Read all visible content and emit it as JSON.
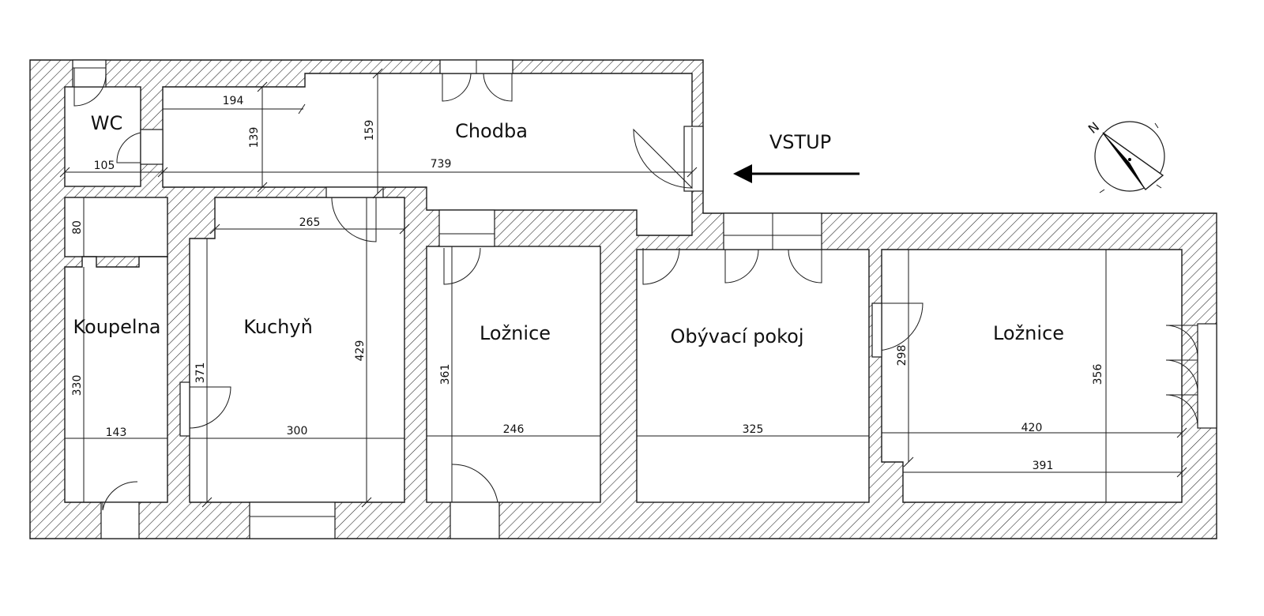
{
  "rooms": {
    "wc": "WC",
    "chodba": "Chodba",
    "koupelna": "Koupelna",
    "kuchyn": "Kuchyň",
    "loznice1": "Ložnice",
    "obyvaci": "Obývací pokoj",
    "loznice2": "Ložnice"
  },
  "entry": {
    "label": "VSTUP"
  },
  "dimensions": {
    "chodba_w1": "194",
    "chodba_h1": "139",
    "chodba_h2": "159",
    "chodba_len": "739",
    "wc_w": "105",
    "kuchyn_w1": "265",
    "koupelna_h1": "80",
    "koupelna_h2": "330",
    "kuchyn_h1": "371",
    "kuchyn_h2": "429",
    "koupelna_w": "143",
    "kuchyn_w2": "300",
    "loznice1_h": "361",
    "loznice1_w": "246",
    "obyvaci_w": "325",
    "loznice2_h1": "298",
    "loznice2_h2": "356",
    "loznice2_w1": "420",
    "loznice2_w2": "391"
  },
  "compass": {
    "north_letter": "N"
  },
  "colors": {
    "line": "#1a1a1a",
    "background": "#ffffff"
  }
}
